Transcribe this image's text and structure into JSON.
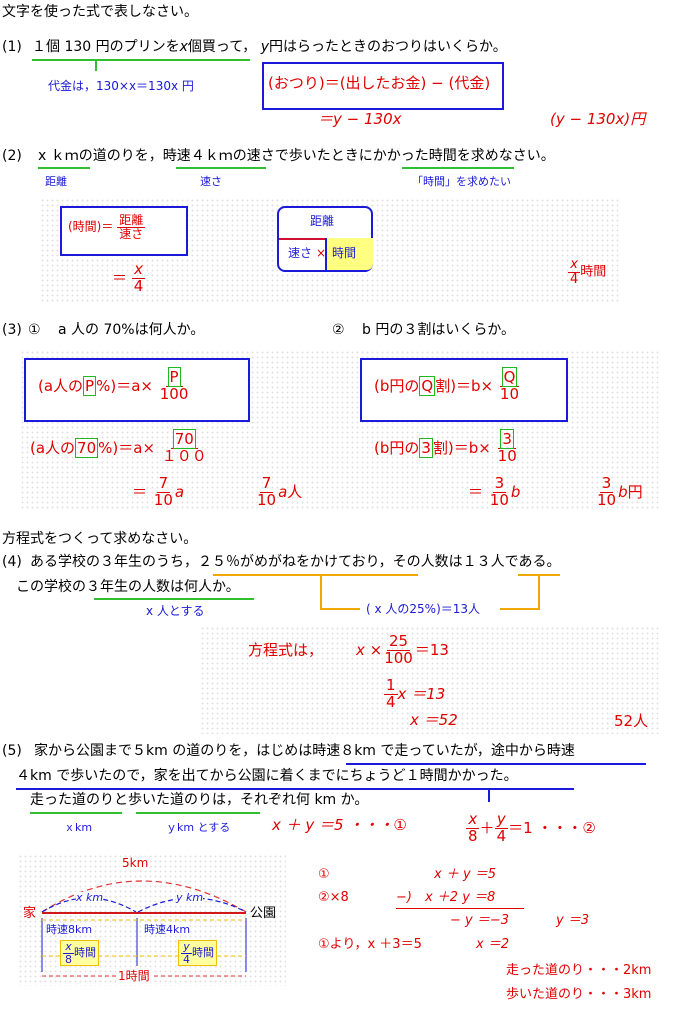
{
  "header": "文字を使った式で表しなさい。",
  "q1": {
    "num": "(1)",
    "text_a": "１個 130 円のプリンを",
    "var_x": "x",
    "text_b": "個買って，",
    "var_y": "y",
    "text_c": "円はらったときのおつりはいくらか。",
    "note": "代金は，130×x＝130x 円",
    "box": "(おつり)＝(出したお金) − (代金)",
    "expr": "＝y − 130x",
    "answer": "(y − 130x)円"
  },
  "q2": {
    "num": "(2)",
    "text_a": "x ｋｍの道のりを，",
    "text_b": "時速４ｋｍ",
    "text_c": "の速さで歩いたときにかかった",
    "text_d": "時間",
    "text_e": "を求めなさい。",
    "label_distance": "距離",
    "label_speed": "速さ",
    "label_want": "「時間」を求めたい",
    "formula_lhs": "(時間)＝",
    "formula_num": "距離",
    "formula_den": "速さ",
    "eq_prefix": "＝",
    "eq_num": "x",
    "eq_den": "4",
    "tri_top": "距離",
    "tri_left": "速さ",
    "tri_times": "×",
    "tri_right": "時間",
    "answer_num": "x",
    "answer_den": "4",
    "answer_unit": "時間"
  },
  "q3": {
    "num": "(3)",
    "part1": {
      "marker": "①",
      "question": "a 人の 70%は何人か。",
      "box_lhs_a": "(a人の",
      "box_lhs_p": "P",
      "box_lhs_b": "%)＝a×",
      "box_num": "P",
      "box_den": "100",
      "sub_lhs_a": "(a人の",
      "sub_lhs_p": "70",
      "sub_lhs_b": "%)＝a×",
      "sub_num": "70",
      "sub_den": "１００",
      "result_prefix": "＝",
      "result_num": "7",
      "result_den": "10",
      "result_var": "a",
      "answer_num": "7",
      "answer_den": "10",
      "answer_var": "a",
      "answer_unit": "人"
    },
    "part2": {
      "marker": "②",
      "question": "b 円の３割はいくらか。",
      "box_lhs_a": "(b円の",
      "box_lhs_q": "Q",
      "box_lhs_b": "割)＝b×",
      "box_num": "Q",
      "box_den": "10",
      "sub_lhs_a": "(b円の",
      "sub_lhs_q": "3",
      "sub_lhs_b": "割)＝b×",
      "sub_num": "3",
      "sub_den": "10",
      "result_prefix": "＝",
      "result_num": "3",
      "result_den": "10",
      "result_var": "b",
      "answer_num": "3",
      "answer_den": "10",
      "answer_var": "b",
      "answer_unit": "円"
    }
  },
  "section2_header": "方程式をつくって求めなさい。",
  "q4": {
    "num": "(4)",
    "line1_a": "ある学校の３年生のうち，",
    "line1_b": "２５％がめがねをかけており",
    "line1_c": "，その人数は",
    "line1_d": "１３人",
    "line1_e": "である。",
    "line2_a": "この学校の",
    "line2_b": "３年生の人数",
    "line2_c": "は何人か。",
    "note_x": "x 人とする",
    "note_eq": "( x 人の25%)＝13人",
    "eq_label": "方程式は，",
    "eq1_a": "x ×",
    "eq1_num": "25",
    "eq1_den": "100",
    "eq1_b": "＝13",
    "eq2_num": "1",
    "eq2_den": "4",
    "eq2_b": "x ＝13",
    "eq3": "x ＝52",
    "answer": "52人"
  },
  "q5": {
    "num": "(5)",
    "line1_a": "家から公園まで５km の道のりを，はじめは",
    "line1_b": "時速８km で走っていたが，途中から時速",
    "line2_a": "４km で歩いたので，家を出てから公園に着くまでにちょうど１時間かかった。",
    "line3_a": "走った道のり",
    "line3_b": "と",
    "line3_c": "歩いた道のり",
    "line3_d": "は，それぞれ何 km か。",
    "note_x": "ｘkm",
    "note_y": "ｙkm とする",
    "eq1": "x ＋ y ＝5 ・・・①",
    "eq2_num1": "x",
    "eq2_den1": "8",
    "eq2_plus": "＋",
    "eq2_num2": "y",
    "eq2_den2": "4",
    "eq2_rest": "＝1 ・・・②",
    "diagram": {
      "total": "5km",
      "seg1": "x km",
      "seg2": "y km",
      "home": "家",
      "park": "公園",
      "speed1": "時速8km",
      "speed2": "時速4km",
      "t1_num": "x",
      "t1_den": "8",
      "t1_unit": "時間",
      "t2_num": "y",
      "t2_den": "4",
      "t2_unit": "時間",
      "total_time": "1時間"
    },
    "sol_r1_label": "①",
    "sol_r1_eq": "x ＋ y ＝5",
    "sol_r2_label": "②×8",
    "sol_r2_eq": "−)　x ＋2 y ＝8",
    "sol_r3_eq": "− y ＝−3",
    "sol_r3_res": "y ＝3",
    "sol_r4_a": "①より，x ＋3＝5",
    "sol_r4_b": "x ＝2",
    "answer_run": "走った道のり・・・2km",
    "answer_walk": "歩いた道のり・・・3km"
  }
}
